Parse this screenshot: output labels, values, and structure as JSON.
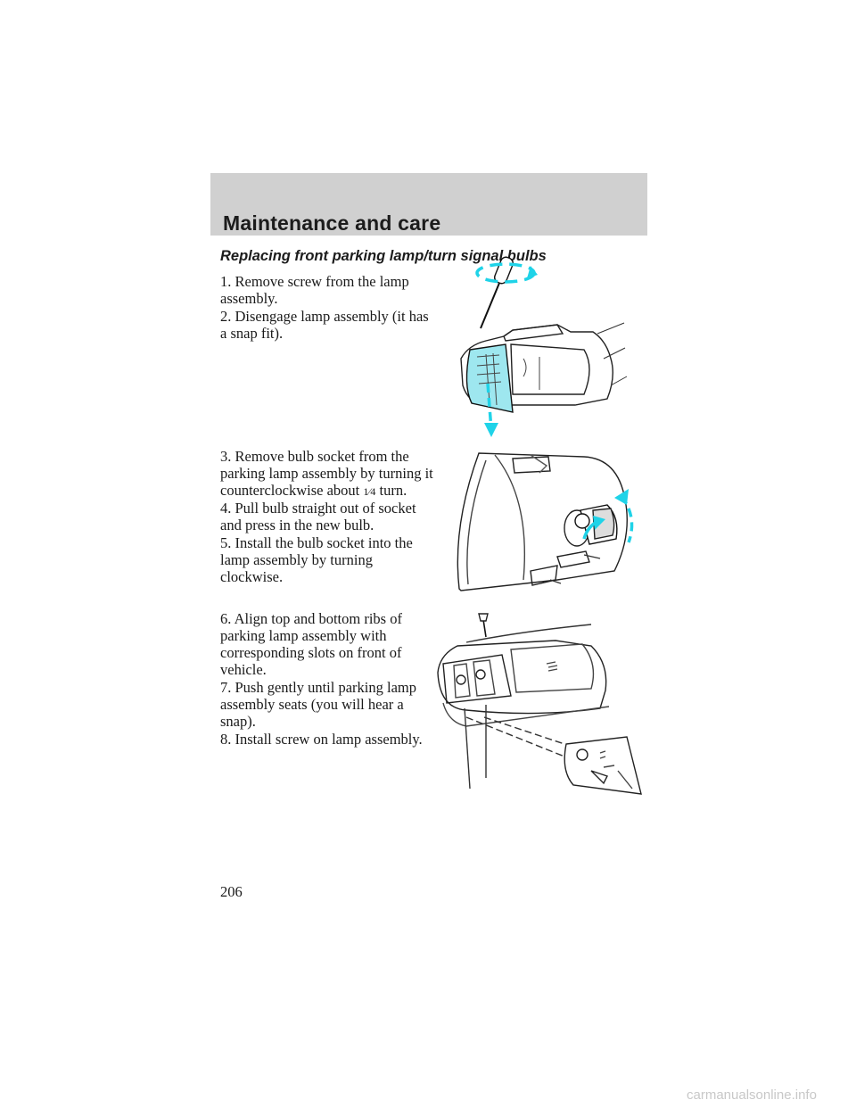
{
  "header": {
    "title": "Maintenance and care"
  },
  "section": {
    "title": "Replacing front parking lamp/turn signal bulbs"
  },
  "steps": [
    "1. Remove screw from the lamp assembly.",
    "2. Disengage lamp assembly (it has a snap fit).",
    "3. Remove bulb socket from the parking lamp assembly by turning it counterclockwise about",
    "4. Pull bulb straight out of socket and press in the new bulb.",
    "5. Install the bulb socket into the lamp assembly by turning clockwise.",
    "6. Align top and bottom ribs of parking lamp assembly with corresponding slots on front of vehicle.",
    "7. Push gently until parking lamp assembly seats (you will hear a snap).",
    "8. Install screw on lamp assembly."
  ],
  "step3_fraction": "1⁄4",
  "step3_suffix": " turn.",
  "page_number": "206",
  "watermark": "carmanualsonline.info",
  "colors": {
    "header_band": "#d0d0d0",
    "accent_cyan": "#1fd3e8",
    "lens_fill": "#9ee7ef"
  }
}
